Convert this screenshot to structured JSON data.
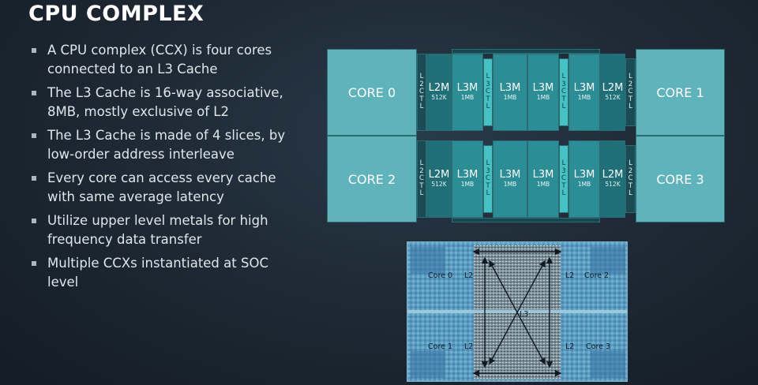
{
  "slide": {
    "title": "CPU COMPLEX",
    "bullets": [
      "A CPU complex (CCX) is four  cores connected to an L3 Cache",
      "The L3 Cache is 16-way associative, 8MB, mostly exclusive of L2",
      "The L3 Cache is made of 4 slices, by low-order address interleave",
      "Every core can access every cache with same average latency",
      "Utilize upper level metals for high frequency data transfer",
      "Multiple CCXs instantiated at SOC level"
    ]
  },
  "block_diagram": {
    "rows": [
      {
        "left_core": "CORE 0",
        "right_core": "CORE 1",
        "l2ctl_left": [
          "L",
          "2",
          "C",
          "T",
          "L"
        ],
        "l2m_left": {
          "name": "L2M",
          "size": "512K"
        },
        "l3": [
          {
            "name": "L3M",
            "size": "1MB"
          },
          {
            "name": "L3M",
            "size": "1MB"
          },
          {
            "name": "L3M",
            "size": "1MB"
          },
          {
            "name": "L3M",
            "size": "1MB"
          }
        ],
        "l3ctl_left": [
          "L",
          "3",
          "C",
          "T",
          "L"
        ],
        "l3ctl_right": [
          "L",
          "3",
          "C",
          "T",
          "L"
        ],
        "l2m_right": {
          "name": "L2M",
          "size": "512K"
        },
        "l2ctl_right": [
          "L",
          "2",
          "C",
          "T",
          "L"
        ]
      },
      {
        "left_core": "CORE 2",
        "right_core": "CORE 3",
        "l2ctl_left": [
          "L",
          "2",
          "C",
          "T",
          "L"
        ],
        "l2m_left": {
          "name": "L2M",
          "size": "512K"
        },
        "l3": [
          {
            "name": "L3M",
            "size": "1MB"
          },
          {
            "name": "L3M",
            "size": "1MB"
          },
          {
            "name": "L3M",
            "size": "1MB"
          },
          {
            "name": "L3M",
            "size": "1MB"
          }
        ],
        "l3ctl_left": [
          "L",
          "3",
          "C",
          "T",
          "L"
        ],
        "l3ctl_right": [
          "L",
          "3",
          "C",
          "T",
          "L"
        ],
        "l2m_right": {
          "name": "L2M",
          "size": "512K"
        },
        "l2ctl_right": [
          "L",
          "2",
          "C",
          "T",
          "L"
        ]
      }
    ],
    "colors": {
      "core": "#5fb4bb",
      "l2ctl": "#1a4c55",
      "l2m": "#1e6f78",
      "l3m": "#2b8e96",
      "l3ctl": "#45c2c6"
    }
  },
  "die_photo": {
    "core_labels": [
      "Core 0",
      "Core 2",
      "Core 1",
      "Core 3"
    ],
    "l2_labels": [
      "L2",
      "L2",
      "L2",
      "L2"
    ],
    "l3_label": "L3"
  }
}
